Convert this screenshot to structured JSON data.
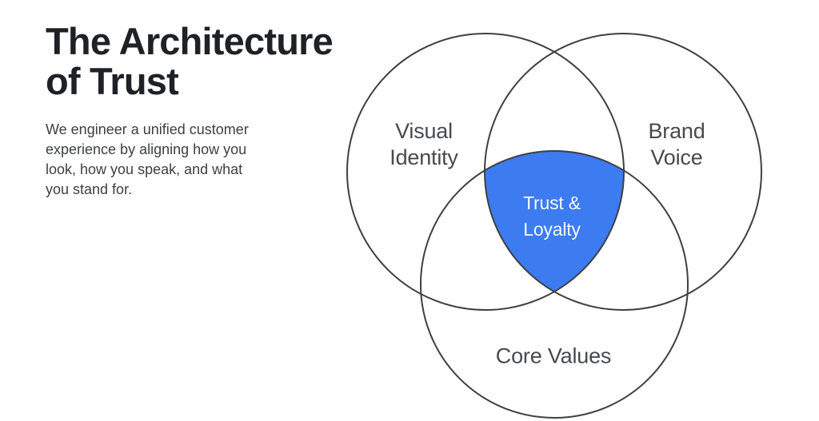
{
  "header": {
    "title": "The Architecture\nof Trust",
    "description": "We engineer a unified customer\nexperience by aligning how you\nlook, how you speak, and what\nyou stand for."
  },
  "venn": {
    "stroke_color": "#3c4043",
    "intersection_fill": "#3d7bf0",
    "label_color": "#474a4e",
    "intersection_label_color": "#f4f8ff",
    "circles": [
      {
        "id": "visual-identity",
        "label": "Visual\nIdentity"
      },
      {
        "id": "brand-voice",
        "label": "Brand\nVoice"
      },
      {
        "id": "core-values",
        "label": "Core Values"
      }
    ],
    "intersection_label": "Trust &\nLoyalty"
  }
}
